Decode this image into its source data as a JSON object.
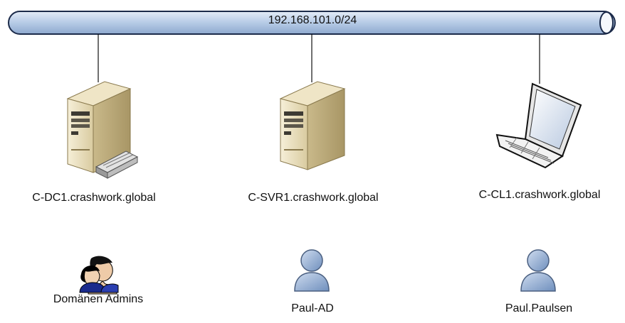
{
  "network": {
    "subnet": "192.168.101.0/24"
  },
  "hosts": [
    {
      "name": "C-DC1.crashwork.global",
      "icon": "domain-controller-server-icon"
    },
    {
      "name": "C-SVR1.crashwork.global",
      "icon": "server-tower-icon"
    },
    {
      "name": "C-CL1.crashwork.global",
      "icon": "laptop-icon"
    }
  ],
  "accounts": [
    {
      "name": "Domänen Admins",
      "icon": "user-group-icon"
    },
    {
      "name": "Paul-AD",
      "icon": "user-icon"
    },
    {
      "name": "Paul.Paulsen",
      "icon": "user-icon"
    }
  ],
  "colors": {
    "bus_fill": "#c3d5ec",
    "bus_stroke": "#1c2b4a",
    "server_body": "#e9dfc0",
    "user_fill": "#9bb6d8"
  }
}
